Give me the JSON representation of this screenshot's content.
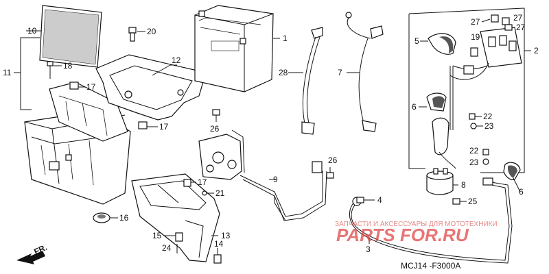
{
  "diagram": {
    "code": "MCJ14 -F3000A",
    "front_label": "FR.",
    "watermark": {
      "line1": "ЗАПЧАСТИ И АКСЕССУАРЫ ДЛЯ МОТОТЕХНИКИ",
      "line2": "PARTS FOR.RU",
      "color": "#e06060"
    },
    "callouts": {
      "c1": "1",
      "c2": "2",
      "c3": "3",
      "c4": "4",
      "c5": "5",
      "c6a": "6",
      "c6b": "6",
      "c7": "7",
      "c8": "8",
      "c9": "9",
      "c10": "10",
      "c11": "11",
      "c12": "12",
      "c13": "13",
      "c14": "14",
      "c15": "15",
      "c16": "16",
      "c17a": "17",
      "c17b": "17",
      "c17c": "17",
      "c18": "18",
      "c19": "19",
      "c20": "20",
      "c21": "21",
      "c22a": "22",
      "c22b": "22",
      "c23a": "23",
      "c23b": "23",
      "c24": "24",
      "c25": "25",
      "c26a": "26",
      "c26b": "26",
      "c27a": "27",
      "c27b": "27",
      "c27c": "27",
      "c28": "28"
    }
  }
}
